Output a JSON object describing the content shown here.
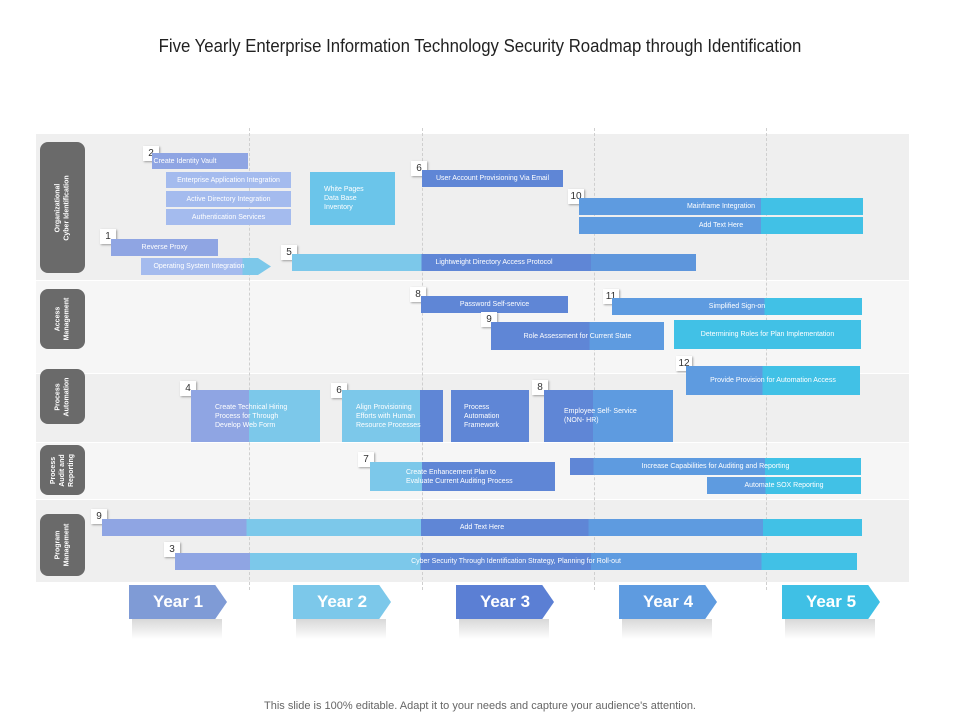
{
  "title": "Five Yearly Enterprise Information Technology Security Roadmap through Identification",
  "footer": "This slide is 100% editable. Adapt it to your needs and capture your audience's attention.",
  "rows": [
    {
      "label": "Organizational\nCyber Identification"
    },
    {
      "label": "Access\nManagement"
    },
    {
      "label": "Process\nAutomation"
    },
    {
      "label": "Process\nAudit and\nReporting"
    },
    {
      "label": "Program\nManagement"
    }
  ],
  "years": [
    "Year 1",
    "Year 2",
    "Year 3",
    "Year 4",
    "Year 5"
  ],
  "colors": {
    "year1": "#7f9bd6",
    "year2": "#7cc8ea",
    "year3": "#5b7fd4",
    "year4": "#5e9be0",
    "year5": "#3fc0e5"
  },
  "org": {
    "n2": "2",
    "create_identity_vault": "Create Identity Vault",
    "enterprise_app_integration": "Enterprise Application Integration",
    "active_directory": "Active Directory Integration",
    "authentication_services": "Authentication Services",
    "white_pages": "White Pages\nData Base\nInventory",
    "n6": "6",
    "user_account_provisioning": "User Account Provisioning Via Email",
    "n10": "10",
    "mainframe_integration": "Mainframe Integration",
    "add_text_here": "Add Text Here",
    "n1": "1",
    "reverse_proxy": "Reverse Proxy",
    "os_integration": "Operating System Integration",
    "n5": "5",
    "ldap": "Lightweight Directory Access Protocol"
  },
  "access": {
    "n8": "8",
    "password_self_service": "Password Self-service",
    "n11": "11",
    "simplified_sign_on": "Simplified Sign-on",
    "n9": "9",
    "role_assessment": "Role Assessment for Current State",
    "determining_roles": "Determining Roles for Plan Implementation",
    "n12": "12",
    "provide_provision": "Provide Provision for Automation Access"
  },
  "automation": {
    "n4": "4",
    "create_hiring": "Create Technical Hiring\nProcess for Through\nDevelop Web Form",
    "n6": "6",
    "align_provisioning": "Align Provisioning\nEfforts with Human\nResource Processes",
    "process_framework": "Process\nAutomation\nFramework",
    "n8": "8",
    "employee_self_service": "Employee Self- Service\n(NON- HR)"
  },
  "audit": {
    "n7": "7",
    "enhancement_plan": "Create Enhancement Plan to\nEvaluate Current Auditing Process",
    "increase_capabilities": "Increase Capabilities for Auditing and Reporting",
    "automate_sox": "Automate SOX Reporting"
  },
  "program": {
    "n9": "9",
    "add_text_here": "Add Text Here",
    "n3": "3",
    "cyber_security": "Cyber Security Through Identification Strategy, Planning for Roll-out"
  }
}
